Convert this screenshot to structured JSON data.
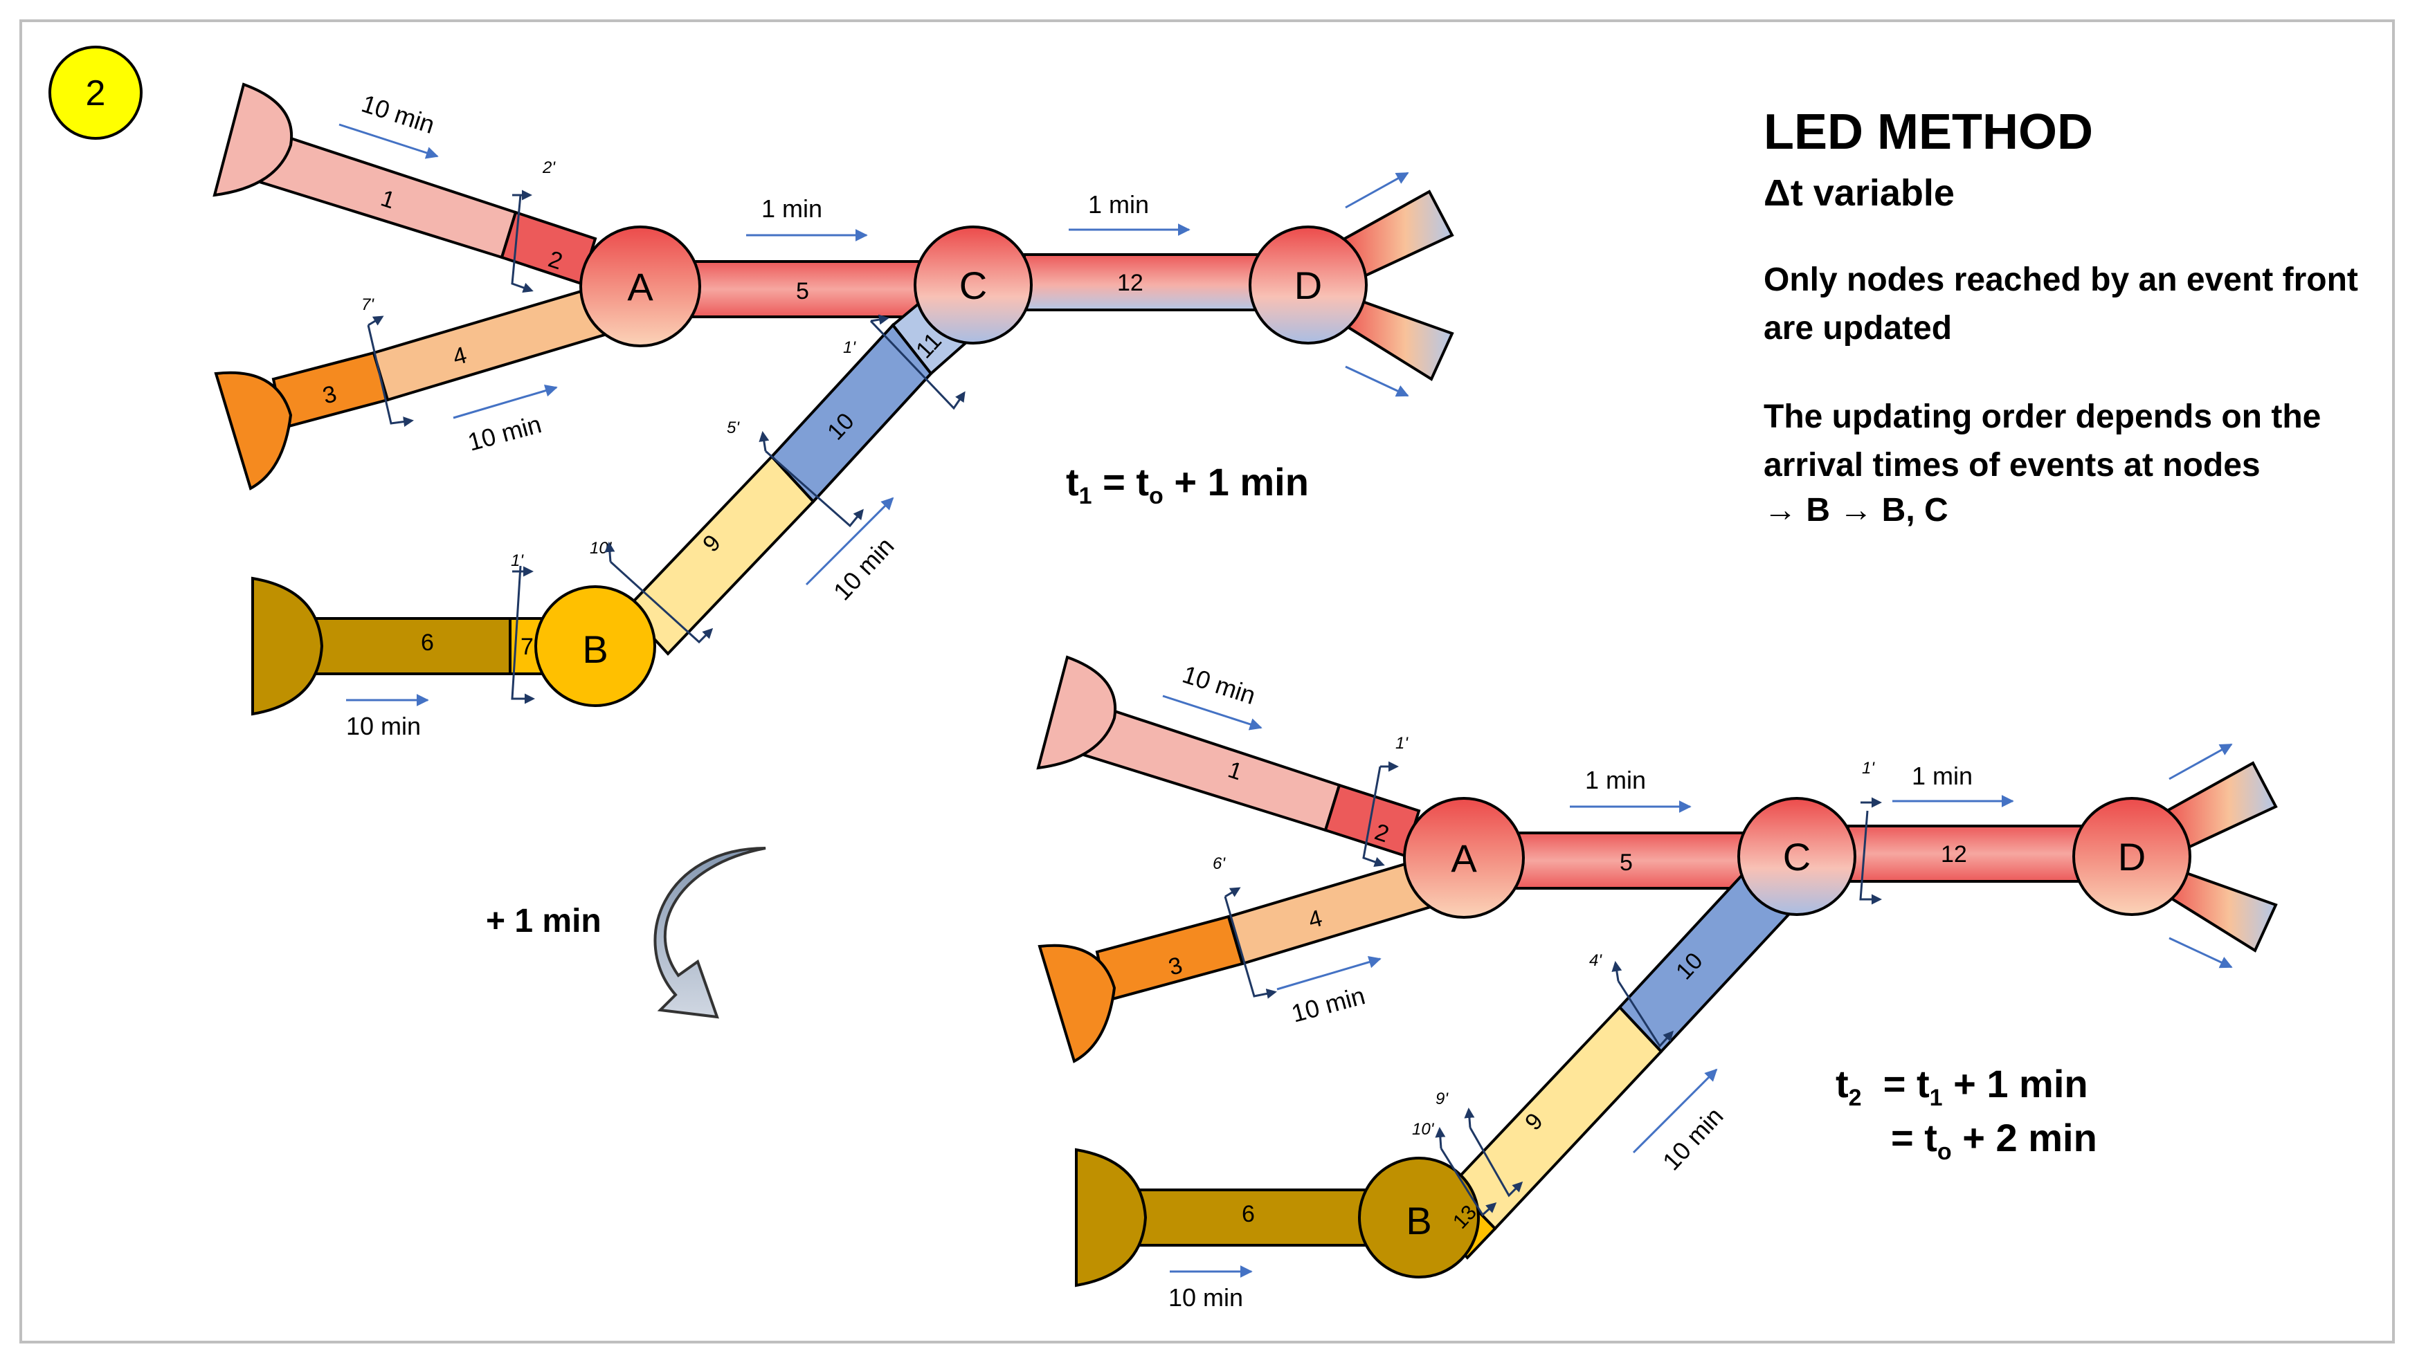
{
  "slide_number": "2",
  "title": "LED METHOD",
  "subtitle": "Δt  variable",
  "note_1": "Only nodes reached by an event front are updated",
  "note_2": "The updating order depends on the arrival times of events at nodes",
  "arrival_order": "→ B → B, C",
  "step_label": "+ 1 min",
  "equations": {
    "t1": {
      "lhs": "t",
      "lhs_sub": "1",
      "eq": " = t",
      "rhs_sub": "o",
      "rest": " + 1 min"
    },
    "t2a": {
      "lhs": "t",
      "lhs_sub": "2",
      "eq": "  = t",
      "rhs_sub": "1",
      "rest": " + 1 min"
    },
    "t2b": {
      "eq": "= t",
      "rhs_sub": "o",
      "rest": " + 2 min"
    }
  },
  "labels": {
    "ten_min": "10 min",
    "one_min": "1 min"
  },
  "nodes": {
    "A": "A",
    "B": "B",
    "C": "C",
    "D": "D"
  },
  "segments_top": [
    "1",
    "2",
    "3",
    "4",
    "5",
    "6",
    "7",
    "9",
    "10",
    "11",
    "12"
  ],
  "segments_bottom": [
    "1",
    "2",
    "3",
    "4",
    "5",
    "6",
    "9",
    "10",
    "12",
    "13"
  ],
  "front_labels_top": {
    "f2": "2'",
    "f7": "7'",
    "f1": "1'",
    "f5": "5'",
    "f10": "10'",
    "f1b": "1'"
  },
  "front_labels_bottom": {
    "f1": "1'",
    "f6": "6'",
    "f4": "4'",
    "f10": "10'",
    "f9": "9'",
    "f1c": "1'"
  },
  "colors": {
    "pipe1": "#f4b6ae",
    "pipe2": "#ec5a5a",
    "pipe3": "#f58a1f",
    "pipe4": "#f8c08d",
    "pipe6": "#bf9000",
    "pipe7": "#ffc000",
    "pipe9": "#ffe699",
    "pipe10": "#7f9fd6",
    "pipe11": "#b4c7e7",
    "arrow": "#4472c4",
    "front": "#1f3864",
    "slide_badge": "#ffff00"
  }
}
